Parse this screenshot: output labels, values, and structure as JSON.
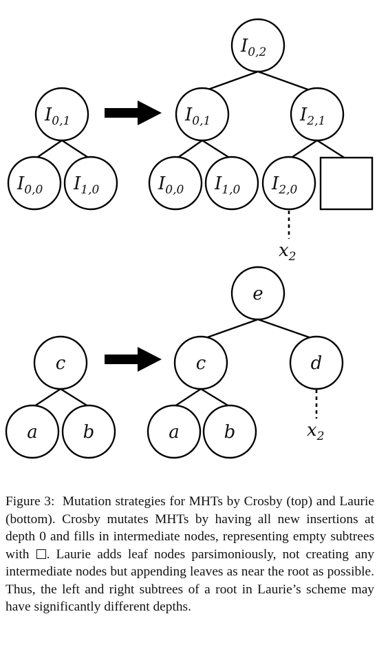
{
  "top_diagram": {
    "before": {
      "root": {
        "base": "I",
        "sub": "0,1"
      },
      "left": {
        "base": "I",
        "sub": "0,0"
      },
      "right": {
        "base": "I",
        "sub": "1,0"
      }
    },
    "after": {
      "root": {
        "base": "I",
        "sub": "0,2"
      },
      "left": {
        "base": "I",
        "sub": "0,1"
      },
      "right": {
        "base": "I",
        "sub": "2,1"
      },
      "ll": {
        "base": "I",
        "sub": "0,0"
      },
      "lr": {
        "base": "I",
        "sub": "1,0"
      },
      "rl": {
        "base": "I",
        "sub": "2,0"
      },
      "value": {
        "base": "x",
        "sub": "2"
      }
    }
  },
  "bottom_diagram": {
    "before": {
      "root": "c",
      "left": "a",
      "right": "b"
    },
    "after": {
      "root": "e",
      "left": "c",
      "right": "d",
      "ll": "a",
      "lr": "b",
      "value": {
        "base": "x",
        "sub": "2"
      }
    }
  },
  "caption": {
    "label": "Figure 3:",
    "text_part1": "Mutation strategies for MHTs by Crosby (top) and Laurie (bottom). Crosby mutates MHTs by having all new insertions at depth 0 and fills in intermediate nodes, representing empty subtrees with",
    "text_part2": ". Laurie adds leaf nodes parsimoniously, not creating any intermediate nodes but appending leaves as near the root as possible. Thus, the left and right subtrees of a root in Laurie’s scheme may have significantly different depths."
  }
}
